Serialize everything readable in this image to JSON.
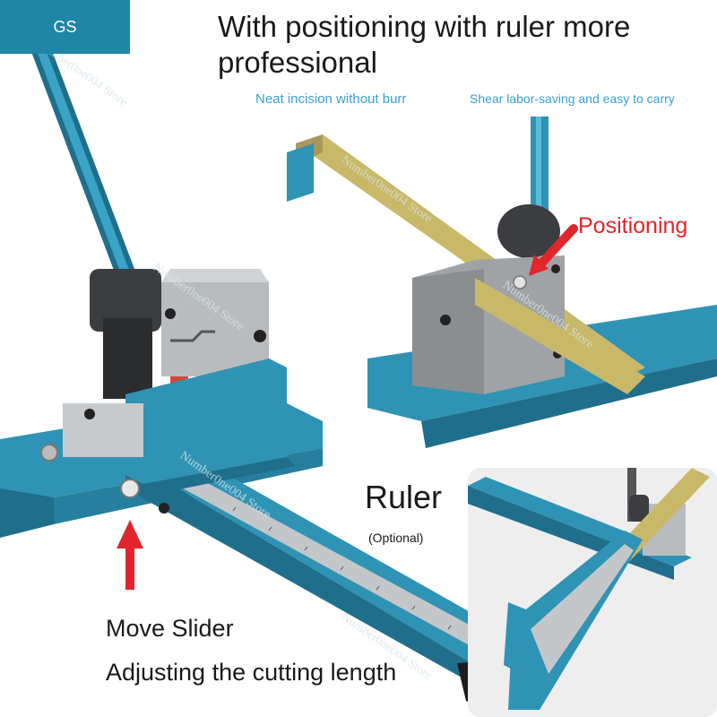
{
  "brand": {
    "label": "GS"
  },
  "headline": {
    "text": "With positioning with ruler more professional"
  },
  "features": [
    {
      "text": "Neat incision without burr"
    },
    {
      "text": "Shear labor-saving and easy to carry"
    }
  ],
  "callouts": {
    "positioning": "Positioning",
    "ruler": "Ruler",
    "optional": "(Optional)",
    "move_slider": "Move Slider",
    "adjust_length": "Adjusting the cutting length"
  },
  "colors": {
    "brand_bg": "#1f86a8",
    "tool_blue": "#2f93b5",
    "steel": "#b8bcbf",
    "arrow_red": "#e0262b",
    "feature_text": "#3a9fd0",
    "rail_yellow": "#c9b867"
  },
  "icons": [
    "red-arrow-icon",
    "red-arrow-icon"
  ]
}
